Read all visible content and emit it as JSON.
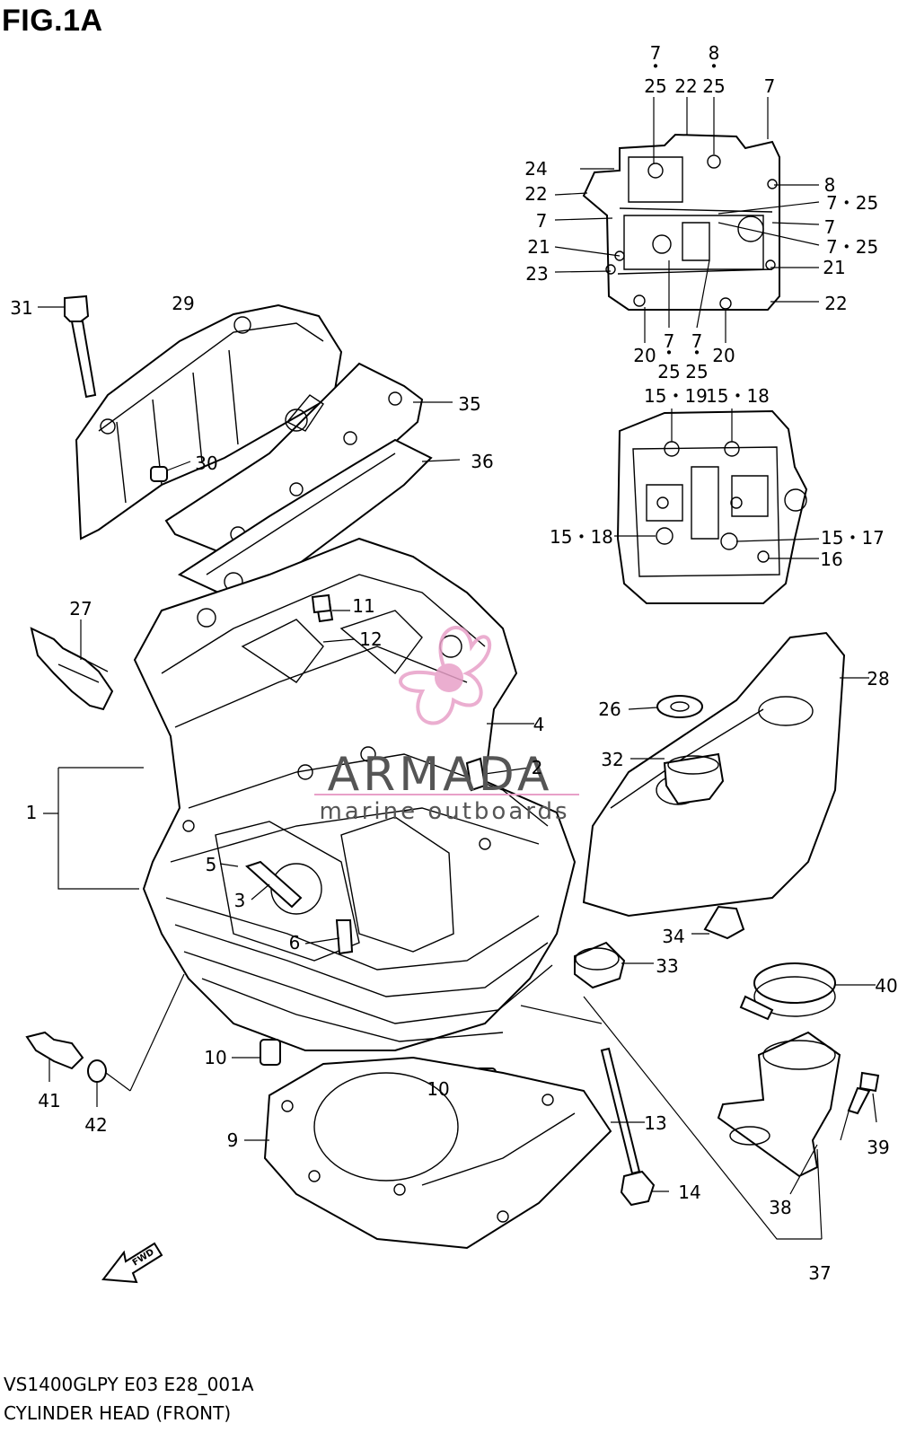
{
  "figure": {
    "title": "FIG.1A",
    "code": "VS1400GLPY E03 E28_001A",
    "subtitle": "CYLINDER HEAD (FRONT)"
  },
  "watermark": {
    "brand": "ARMADA",
    "tagline": "marine outboards",
    "accent_color": "#e8a0c8"
  },
  "direction_marker": "FWD",
  "callouts": {
    "c1": "1",
    "c2": "2",
    "c3": "3",
    "c4": "4",
    "c5": "5",
    "c6": "6",
    "c9": "9",
    "c10a": "10",
    "c10b": "10",
    "c11": "11",
    "c12": "12",
    "c13": "13",
    "c14": "14",
    "c16": "16",
    "c20a": "20",
    "c20b": "20",
    "c21a": "21",
    "c21b": "21",
    "c22a": "22",
    "c22b": "22",
    "c22c": "22",
    "c23": "23",
    "c24": "24",
    "c26": "26",
    "c27": "27",
    "c28": "28",
    "c29": "29",
    "c30": "30",
    "c31": "31",
    "c32": "32",
    "c33": "33",
    "c34": "34",
    "c35": "35",
    "c36": "36",
    "c37": "37",
    "c38": "38",
    "c39": "39",
    "c40": "40",
    "c41": "41",
    "c42": "42",
    "c7a": "7",
    "c7b": "7",
    "c7c": "7",
    "c7d": "7",
    "c7e": "7",
    "c8a": "8",
    "c8b": "8",
    "c25a": "25",
    "c25b": "25",
    "c7_25a": "7・25",
    "c7_25b": "7・25",
    "c7_25c": "7",
    "c25c": "25",
    "c7_25d": "7",
    "c25d": "25",
    "c15_19": "15・19",
    "c15_18a": "15・18",
    "c15_18b": "15・18",
    "c15_17": "15・17"
  }
}
